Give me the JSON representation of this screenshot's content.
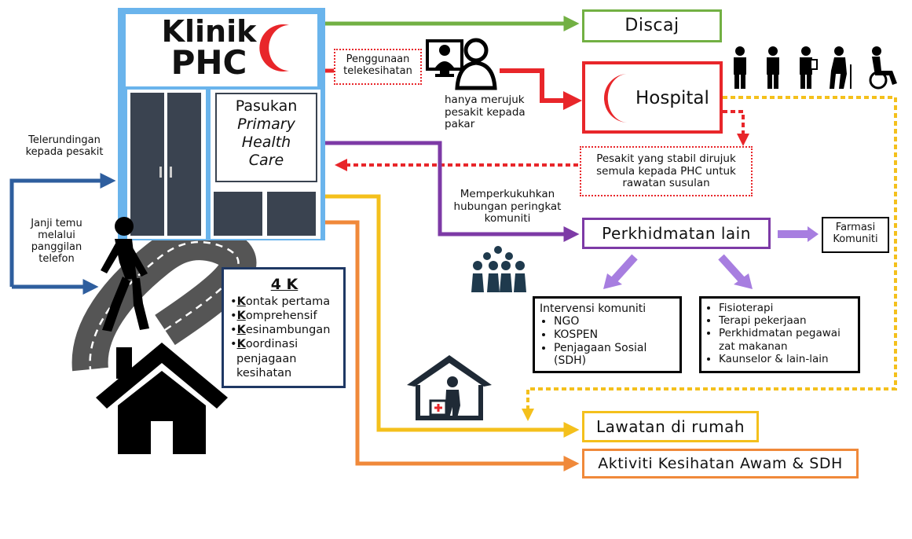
{
  "clinic": {
    "title_line1": "Klinik",
    "title_line2": "PHC"
  },
  "team": {
    "line1": "Pasukan",
    "line2": "Primary",
    "line3": "Health",
    "line4": "Care"
  },
  "left_labels": {
    "teleconsult": "Telerundingan kepada pesakit",
    "phone_appt": "Janji temu melalui panggilan telefon"
  },
  "k4": {
    "title": "4 K",
    "items": [
      {
        "first": "K",
        "rest": "ontak pertama",
        "cont": ""
      },
      {
        "first": "K",
        "rest": "omprehensif",
        "cont": ""
      },
      {
        "first": "K",
        "rest": "esinambungan",
        "cont": ""
      },
      {
        "first": "K",
        "rest": "oordinasi",
        "cont": "penjagaan kesihatan"
      }
    ]
  },
  "discaj": "Discaj",
  "telehealth": "Penggunaan telekesihatan",
  "refer_note": "hanya merujuk pesakit kepada pakar",
  "hospital": "Hospital",
  "stable_note": "Pesakit yang stabil dirujuk semula kepada PHC untuk rawatan susulan",
  "community_note": "Memperkukuhkan hubungan peringkat komuniti",
  "other_services": "Perkhidmatan lain",
  "pharmacy": "Farmasi Komuniti",
  "community_intervention": {
    "title": "Intervensi komuniti",
    "items": [
      "NGO",
      "KOSPEN",
      "Penjagaan Sosial (SDH)"
    ]
  },
  "therapy": {
    "items": [
      "Fisioterapi",
      "Terapi pekerjaan",
      "Perkhidmatan pegawai zat makanan",
      "Kaunselor & lain-lain"
    ]
  },
  "home_visit": "Lawatan di rumah",
  "public_health": "Aktiviti Kesihatan Awam & SDH",
  "colors": {
    "clinic_frame": "#6ab4ec",
    "green": "#72b043",
    "red": "#e8262a",
    "purple": "#7d3aa6",
    "yellow": "#f4c01c",
    "orange": "#f0893a",
    "blue": "#2e5e9e",
    "navy": "#1f3864",
    "door": "#3a4350"
  },
  "icons": [
    "red-crescent-icon",
    "telehealth-doctor-icon",
    "disabled-people-icon",
    "community-group-icon",
    "walking-person-icon",
    "house-icon",
    "home-visit-icon",
    "road-icon"
  ]
}
